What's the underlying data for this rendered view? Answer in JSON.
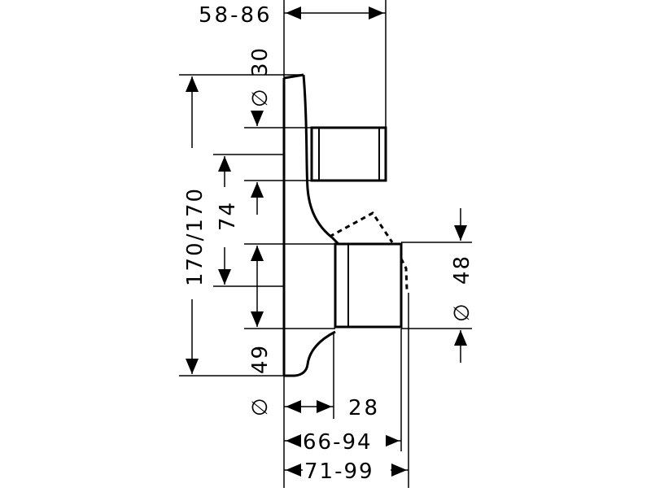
{
  "dimensions": {
    "depth_handle": "58-86",
    "dia_30": "30",
    "height": "170/170",
    "spacing_74": "74",
    "dia_48": "48",
    "offset_49": "49",
    "dim_28": "28",
    "depth_66_94": "66-94",
    "depth_71_99": "71-99",
    "dia_symbol": "∅"
  }
}
